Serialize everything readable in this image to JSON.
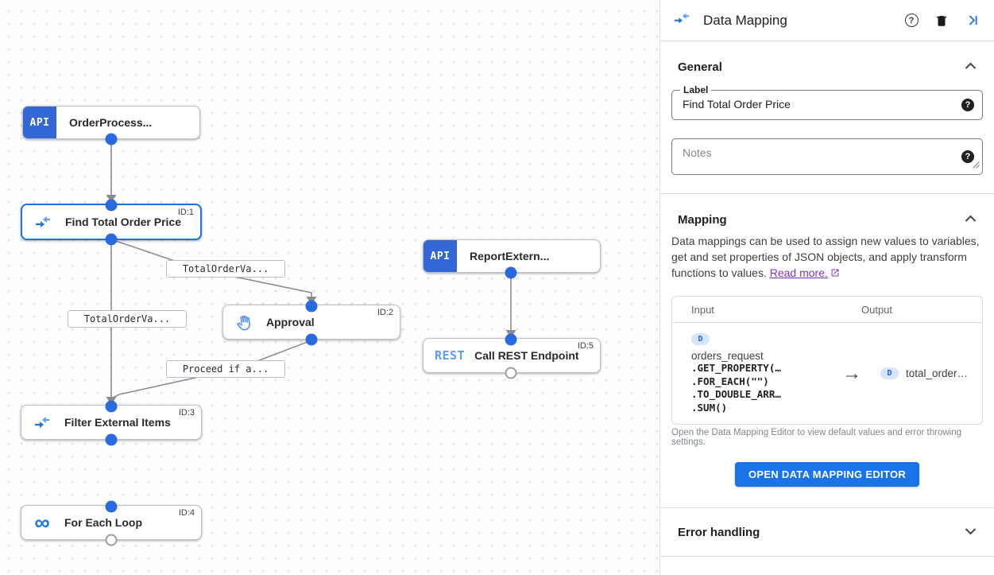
{
  "colors": {
    "accent": "#1a73e8",
    "api_badge": "#3367d6",
    "rest_text": "#5b9bf8",
    "link": "#8430ce",
    "dot": "#2a6ae0"
  },
  "canvas": {
    "nodes": [
      {
        "key": "order-process",
        "badge": "API",
        "label": "OrderProcess..."
      },
      {
        "key": "find-total-order-price",
        "label": "Find Total Order Price",
        "id_tag": "ID:1"
      },
      {
        "key": "report-extern",
        "badge": "API",
        "label": "ReportExtern..."
      },
      {
        "key": "approval",
        "label": "Approval",
        "id_tag": "ID:2"
      },
      {
        "key": "call-rest-endpoint",
        "badge": "REST",
        "label": "Call REST Endpoint",
        "id_tag": "ID:5"
      },
      {
        "key": "filter-external-items",
        "label": "Filter External Items",
        "id_tag": "ID:3"
      },
      {
        "key": "for-each-loop",
        "label": "For Each Loop",
        "id_tag": "ID:4",
        "loop_glyph": "∞"
      }
    ],
    "edge_labels": [
      "TotalOrderVa...",
      "TotalOrderVa...",
      "Proceed if a..."
    ]
  },
  "panel": {
    "title": "Data Mapping",
    "general": {
      "title": "General",
      "label_label": "Label",
      "label_value": "Find Total Order Price",
      "notes_placeholder": "Notes"
    },
    "mapping": {
      "title": "Mapping",
      "description": "Data mappings can be used to assign new values to variables, get and set properties of JSON objects, and apply transform functions to values.",
      "read_more_label": "Read more.",
      "table": {
        "input_header": "Input",
        "output_header": "Output",
        "input": {
          "badge": "D",
          "variable": "orders_request",
          "functions": [
            ".GET_PROPERTY(…",
            ".FOR_EACH(\"\")",
            ".TO_DOUBLE_ARR…",
            ".SUM()"
          ]
        },
        "arrow": "→",
        "output": {
          "badge": "D",
          "value": "total_order…"
        }
      },
      "note": "Open the Data Mapping Editor to view default values and error throwing settings.",
      "button_label": "OPEN DATA MAPPING EDITOR"
    },
    "error_handling": {
      "title": "Error handling"
    }
  }
}
